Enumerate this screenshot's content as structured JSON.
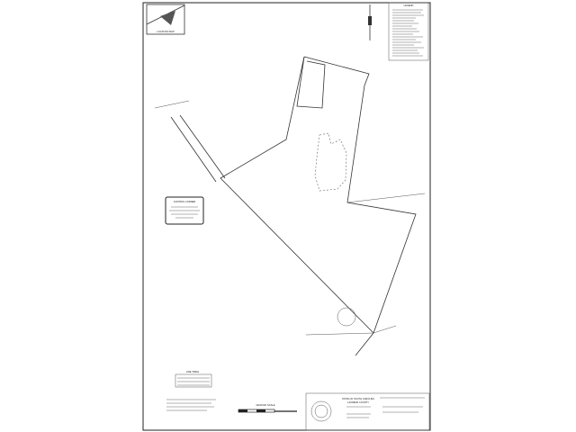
{
  "plat": {
    "location_map_label": "LOCATION MAP",
    "legend_title": "LEGEND",
    "control_corner": {
      "title": "CONTROL CORNER"
    },
    "line_table_title": "LINE TABLE",
    "graphic_scale_label": "GRAPHIC SCALE",
    "title_block": {
      "state": "STATE OF SOUTH CAROLINA",
      "county": "LAURENS COUNTY"
    }
  },
  "colors": {
    "line": "#333333",
    "background": "#ffffff"
  }
}
